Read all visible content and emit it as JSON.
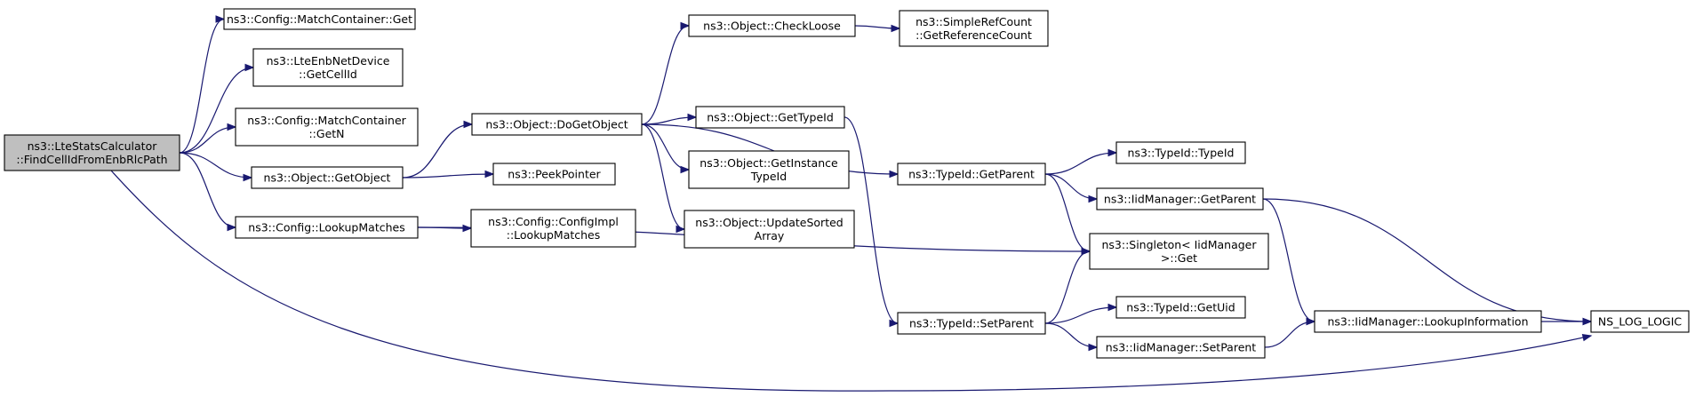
{
  "diagram": {
    "type": "call-graph",
    "colors": {
      "root_fill": "#bfbfbf",
      "node_fill": "#ffffff",
      "edge": "#191970"
    },
    "nodes": [
      {
        "id": "root",
        "lines": [
          "ns3::LteStatsCalculator",
          "::FindCellIdFromEnbRlcPath"
        ],
        "root": true
      },
      {
        "id": "mc_get",
        "lines": [
          "ns3::Config::MatchContainer::Get"
        ]
      },
      {
        "id": "lte_getcellid",
        "lines": [
          "ns3::LteEnbNetDevice",
          "::GetCellId"
        ]
      },
      {
        "id": "mc_getn",
        "lines": [
          "ns3::Config::MatchContainer",
          "::GetN"
        ]
      },
      {
        "id": "obj_getobject",
        "lines": [
          "ns3::Object::GetObject"
        ]
      },
      {
        "id": "lookup",
        "lines": [
          "ns3::Config::LookupMatches"
        ]
      },
      {
        "id": "dogetobject",
        "lines": [
          "ns3::Object::DoGetObject"
        ]
      },
      {
        "id": "peekpointer",
        "lines": [
          "ns3::PeekPointer"
        ]
      },
      {
        "id": "cfgimpl_lookup",
        "lines": [
          "ns3::Config::ConfigImpl",
          "::LookupMatches"
        ]
      },
      {
        "id": "checkloose",
        "lines": [
          "ns3::Object::CheckLoose"
        ]
      },
      {
        "id": "gettypeid",
        "lines": [
          "ns3::Object::GetTypeId"
        ]
      },
      {
        "id": "getinstance",
        "lines": [
          "ns3::Object::GetInstance",
          "TypeId"
        ]
      },
      {
        "id": "updatesorted",
        "lines": [
          "ns3::Object::UpdateSorted",
          "Array"
        ]
      },
      {
        "id": "refcount",
        "lines": [
          "ns3::SimpleRefCount",
          "::GetReferenceCount"
        ]
      },
      {
        "id": "typeid_getparent",
        "lines": [
          "ns3::TypeId::GetParent"
        ]
      },
      {
        "id": "typeid_setparent",
        "lines": [
          "ns3::TypeId::SetParent"
        ]
      },
      {
        "id": "typeid_typeid",
        "lines": [
          "ns3::TypeId::TypeId"
        ]
      },
      {
        "id": "iid_getparent",
        "lines": [
          "ns3::IidManager::GetParent"
        ]
      },
      {
        "id": "singleton",
        "lines": [
          "ns3::Singleton< IidManager",
          ">::Get"
        ]
      },
      {
        "id": "typeid_getuid",
        "lines": [
          "ns3::TypeId::GetUid"
        ]
      },
      {
        "id": "iid_setparent",
        "lines": [
          "ns3::IidManager::SetParent"
        ]
      },
      {
        "id": "iid_lookupinfo",
        "lines": [
          "ns3::IidManager::LookupInformation"
        ]
      },
      {
        "id": "ns_log",
        "lines": [
          "NS_LOG_LOGIC"
        ]
      }
    ],
    "edges": [
      [
        "root",
        "mc_get"
      ],
      [
        "root",
        "lte_getcellid"
      ],
      [
        "root",
        "mc_getn"
      ],
      [
        "root",
        "obj_getobject"
      ],
      [
        "root",
        "lookup"
      ],
      [
        "root",
        "ns_log"
      ],
      [
        "obj_getobject",
        "dogetobject"
      ],
      [
        "obj_getobject",
        "peekpointer"
      ],
      [
        "lookup",
        "cfgimpl_lookup"
      ],
      [
        "lookup",
        "singleton"
      ],
      [
        "dogetobject",
        "checkloose"
      ],
      [
        "dogetobject",
        "typeid_getparent"
      ],
      [
        "dogetobject",
        "gettypeid"
      ],
      [
        "dogetobject",
        "getinstance"
      ],
      [
        "dogetobject",
        "updatesorted"
      ],
      [
        "checkloose",
        "refcount"
      ],
      [
        "gettypeid",
        "typeid_setparent"
      ],
      [
        "typeid_getparent",
        "typeid_typeid"
      ],
      [
        "typeid_getparent",
        "iid_getparent"
      ],
      [
        "typeid_getparent",
        "singleton"
      ],
      [
        "typeid_setparent",
        "singleton"
      ],
      [
        "typeid_setparent",
        "typeid_getuid"
      ],
      [
        "typeid_setparent",
        "iid_setparent"
      ],
      [
        "iid_getparent",
        "iid_lookupinfo"
      ],
      [
        "iid_getparent",
        "ns_log"
      ],
      [
        "iid_setparent",
        "iid_lookupinfo"
      ],
      [
        "iid_lookupinfo",
        "ns_log"
      ]
    ]
  }
}
